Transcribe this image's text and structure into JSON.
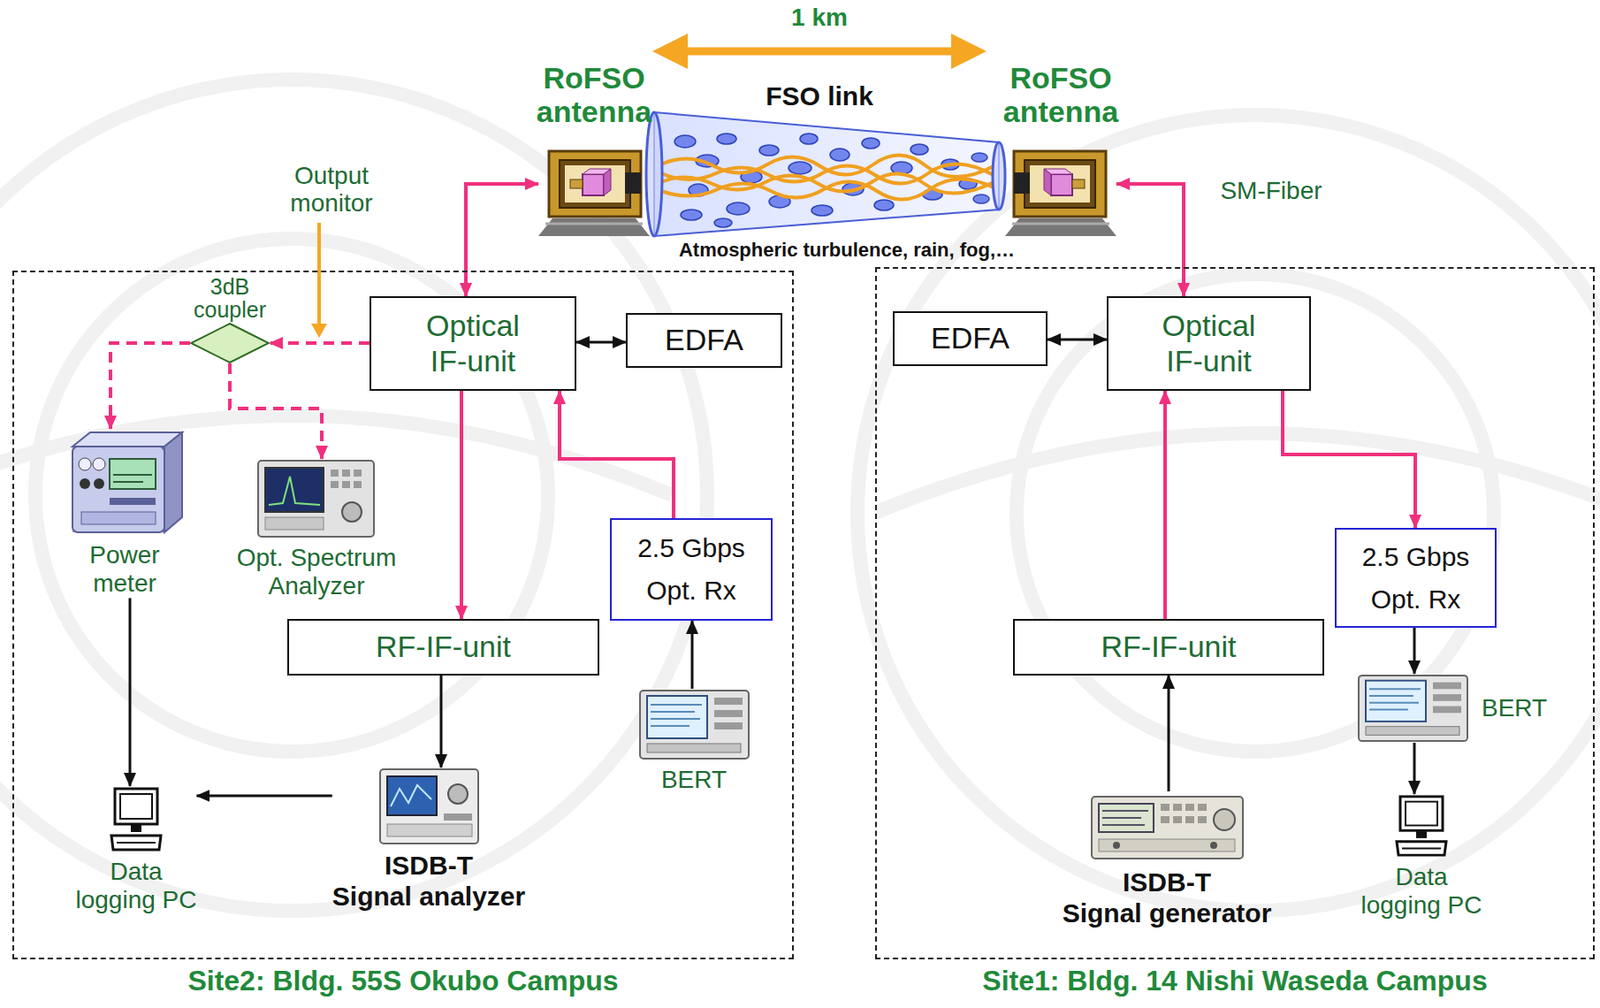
{
  "diagram": {
    "nodes": [
      {
        "text": [
          "RoFSO antenna"
        ]
      },
      {
        "text": [
          "RoFSO antenna"
        ]
      },
      {
        "text": [
          "Site2: Bldg. 55S Okubo Campus"
        ]
      },
      {
        "text": [
          "3dB coupler"
        ],
        "in": 2
      },
      {
        "text": [
          "Optical IF-unit"
        ],
        "in": 2
      },
      {
        "text": [
          "EDFA"
        ],
        "in": 2
      },
      {
        "text": [
          "Power meter"
        ],
        "in": 2
      },
      {
        "text": [
          "Opt. Spectrum Analyzer"
        ],
        "in": 2
      },
      {
        "text": [
          "2.5 Gbps Opt. Rx"
        ],
        "in": 2
      },
      {
        "text": [
          "RF-IF-unit"
        ],
        "in": 2
      },
      {
        "text": [
          "BERT"
        ],
        "in": 2
      },
      {
        "text": [
          "Data logging PC"
        ],
        "in": 2
      },
      {
        "text": [
          "ISDB-T Signal analyzer"
        ],
        "in": 2
      },
      {
        "text": [
          "Site1: Bldg. 14 Nishi Waseda Campus"
        ]
      },
      {
        "text": [
          "EDFA"
        ],
        "in": 13
      },
      {
        "text": [
          "Optical IF-unit"
        ],
        "in": 13
      },
      {
        "text": [
          "RF-IF-unit"
        ],
        "in": 13
      },
      {
        "text": [
          "2.5 Gbps Opt. Rx"
        ],
        "in": 13
      },
      {
        "text": [
          "BERT"
        ],
        "in": 13
      },
      {
        "text": [
          "ISDB-T Signal generator"
        ],
        "in": 13
      },
      {
        "text": [
          "Data logging PC"
        ],
        "in": 13
      }
    ],
    "edges": [
      {
        "from": 4,
        "to": 0,
        "arrow": "both"
      },
      {
        "from": 15,
        "to": 1,
        "arrow": "both"
      },
      {
        "from": 4,
        "to": 5,
        "arrow": "both"
      },
      {
        "from": 14,
        "to": 15,
        "arrow": "both"
      },
      {
        "from": 4,
        "to": 3,
        "arrow": "to"
      },
      {
        "from": 3,
        "to": 6,
        "arrow": "to"
      },
      {
        "from": 3,
        "to": 7,
        "arrow": "to"
      },
      {
        "from": 4,
        "to": 9,
        "arrow": "to"
      },
      {
        "from": 8,
        "to": 4,
        "arrow": "to"
      },
      {
        "from": 10,
        "to": 8,
        "arrow": "to"
      },
      {
        "from": 9,
        "to": 12,
        "arrow": "to"
      },
      {
        "from": 12,
        "to": 11,
        "arrow": "to"
      },
      {
        "from": 6,
        "to": 11,
        "arrow": "to"
      },
      {
        "from": 16,
        "to": 15,
        "arrow": "to"
      },
      {
        "from": 19,
        "to": 16,
        "arrow": "to"
      },
      {
        "from": 15,
        "to": 17,
        "arrow": "to"
      },
      {
        "from": 17,
        "to": 18,
        "arrow": "to"
      },
      {
        "from": 18,
        "to": 20,
        "arrow": "to"
      }
    ],
    "labels": [
      "1 km",
      "FSO link",
      "Atmospheric turbulence, rain, fog,…",
      "Output monitor",
      "SM-Fiber"
    ]
  }
}
